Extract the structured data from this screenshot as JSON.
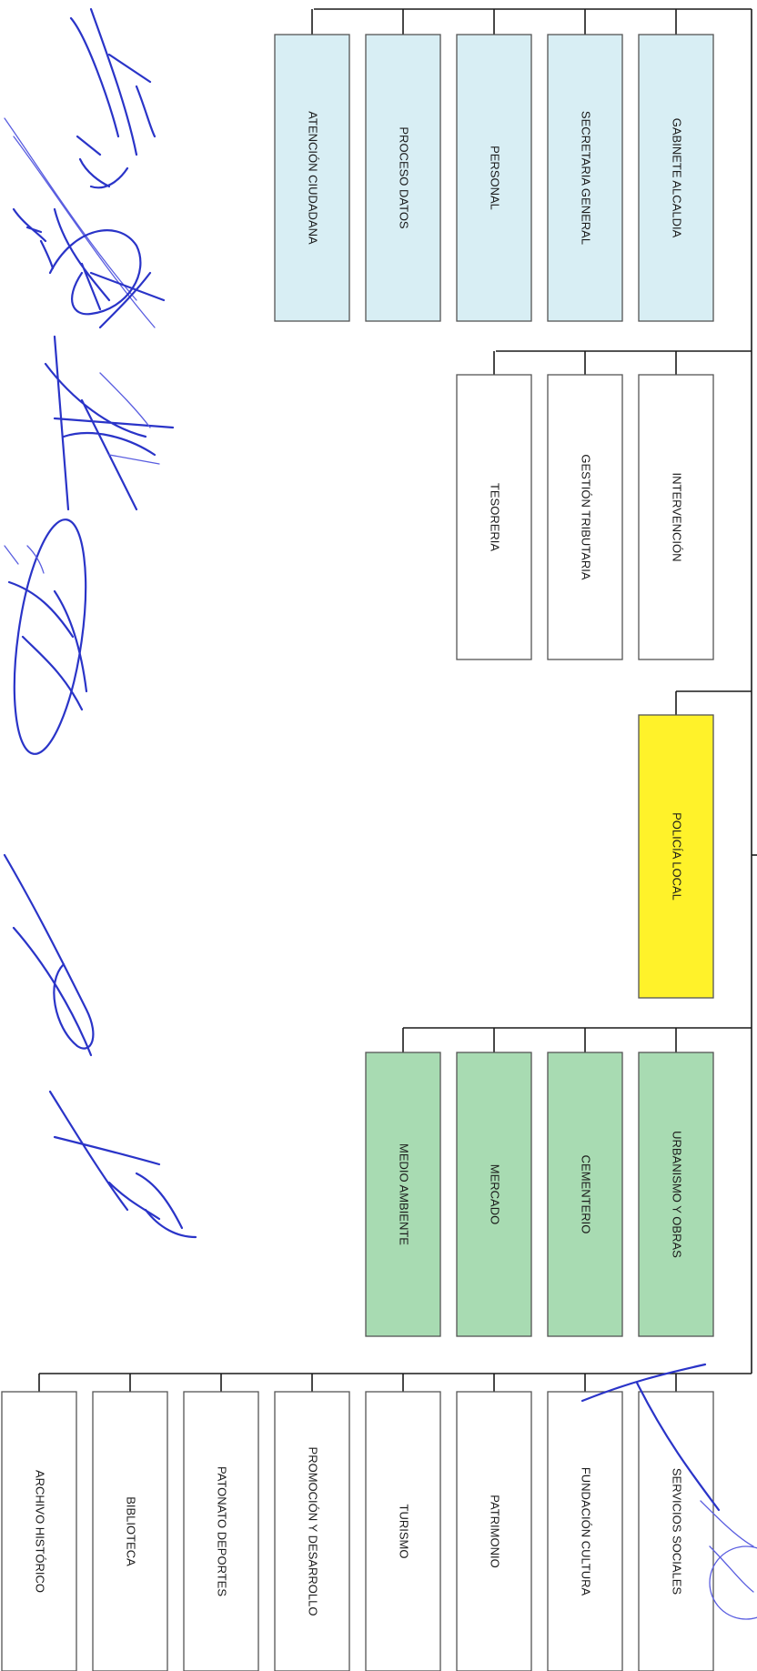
{
  "colors": {
    "line": "#1a1a1a",
    "cyan_fill": "#d8eef4",
    "white_fill": "#ffffff",
    "yellow_fill": "#fff22a",
    "green_fill": "#a8dbb2",
    "signature_ink": "#2a34c8"
  },
  "departments": [
    {
      "label": "GABINETE  ALCALDIA",
      "group": "cyan"
    },
    {
      "label": "SECRETARIA GENERAL",
      "group": "cyan"
    },
    {
      "label": "PERSONAL",
      "group": "cyan"
    },
    {
      "label": "PROCESO DATOS",
      "group": "cyan"
    },
    {
      "label": "ATENCIÓN CIUDADANA",
      "group": "cyan"
    },
    {
      "label": "INTERVENCIÓN",
      "group": "white"
    },
    {
      "label": "GESTIÓN TRIBUTARIA",
      "group": "white"
    },
    {
      "label": "TESORERIA",
      "group": "white"
    },
    {
      "label": "POLICÍA LOCAL",
      "group": "yellow"
    },
    {
      "label": "URBANISMO Y OBRAS",
      "group": "green"
    },
    {
      "label": "CEMENTERIO",
      "group": "green"
    },
    {
      "label": "MERCADO",
      "group": "green"
    },
    {
      "label": "MEDIO AMBIENTE",
      "group": "green"
    },
    {
      "label": "SERVICIOS SOCIALES",
      "group": "white"
    },
    {
      "label": "FUNDACIÓN CULTURA",
      "group": "white"
    },
    {
      "label": "PATRIMONIO",
      "group": "white"
    },
    {
      "label": "TURISMO",
      "group": "white"
    },
    {
      "label": "PROMOCIÓN Y DESARROLLO",
      "group": "white"
    },
    {
      "label": "PATONATO DEPORTES",
      "group": "white"
    },
    {
      "label": "BIBLIOTECA",
      "group": "white"
    },
    {
      "label": "ARCHIVO HISTÓRICO",
      "group": "white"
    }
  ],
  "signatures": {
    "handwritten_text": [
      "HA-G-T",
      "VGT"
    ]
  }
}
